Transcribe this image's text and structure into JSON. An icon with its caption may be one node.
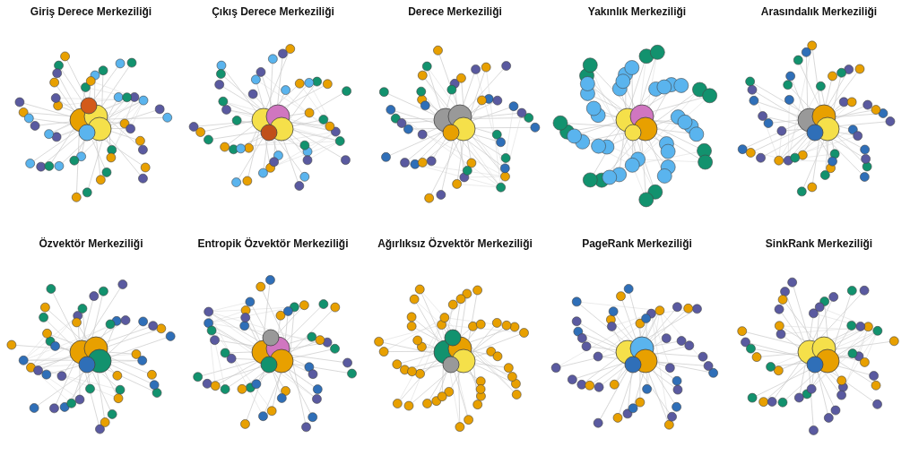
{
  "diagram": {
    "labels": [
      "Giriş Derece Merkeziliği",
      "Çıkış Derece Merkeziliği",
      "Derece Merkeziliği",
      "Yakınlık Merkeziliği",
      "Arasındalık Merkeziliği",
      "Özvektör Merkeziliği",
      "Entropik Özvektör Merkeziliği",
      "Ağırlıksız Özvektör Merkeziliği",
      "PageRank Merkeziliği",
      "SinkRank Merkeziliği"
    ]
  }
}
